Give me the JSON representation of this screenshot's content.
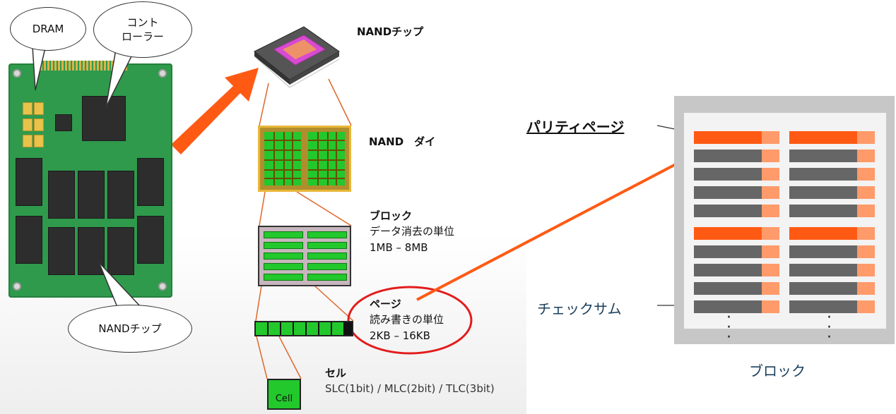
{
  "bubbles": {
    "dram": "DRAM",
    "controller": "コント\nローラー",
    "nand_chip": "NANDチップ"
  },
  "layers": {
    "nand_chip": {
      "title": "NANDチップ"
    },
    "nand_die": {
      "title": "NAND　ダイ"
    },
    "block": {
      "title": "ブロック",
      "desc": "データ消去の単位",
      "size": "1MB – 8MB"
    },
    "page": {
      "title": "ページ",
      "desc": "読み書きの単位",
      "size": "2KB – 16KB"
    },
    "cell": {
      "title": "セル",
      "types": "SLC(1bit) / MLC(2bit)  / TLC(3bit)",
      "box_label": "Cell"
    }
  },
  "right_diagram": {
    "parity_label": "パリティページ",
    "checksum_label": "チェックサム",
    "block_label": "ブロック"
  },
  "colors": {
    "arrow": "#ff5a14",
    "parity": "#ff5a14",
    "checksum": "#ff9a6a",
    "page_gray": "#666666",
    "green": "#22c82c",
    "highlight_ellipse": "#e31c1c",
    "caption_blue": "#1a3f5c"
  }
}
